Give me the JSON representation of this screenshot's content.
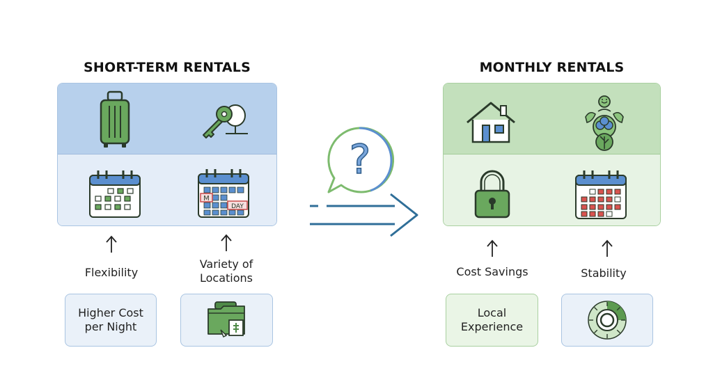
{
  "left": {
    "title": "SHORT-TERM RENTALS",
    "icons": [
      "luggage-icon",
      "key-icon",
      "calendar-icon",
      "calendar-day-icon"
    ],
    "calendar_text": {
      "m": "M",
      "day": "DAY"
    },
    "benefits": [
      "Flexibility",
      "Variety of\nLocations"
    ],
    "drawbacks": [
      "Higher Cost\nper Night",
      ""
    ],
    "drawback_icons": [
      "",
      "folder-icon"
    ]
  },
  "right": {
    "title": "MONTHLY RENTALS",
    "icons": [
      "house-icon",
      "community-tree-icon",
      "padlock-icon",
      "calendar-icon"
    ],
    "benefits": [
      "Cost Savings",
      "Stability"
    ],
    "drawbacks": [
      "Local\nExperience",
      ""
    ],
    "drawback_icons": [
      "",
      "dial-icon"
    ]
  },
  "center": {
    "icon": "question-bubble-icon",
    "symbol": "?"
  },
  "colors": {
    "blue_top": "#b7d0ec",
    "blue_bottom": "#e4edf8",
    "green_top": "#c3e0bc",
    "green_bottom": "#e7f3e4",
    "arrow": "#2f6e98",
    "icon_green": "#6aa85e"
  }
}
